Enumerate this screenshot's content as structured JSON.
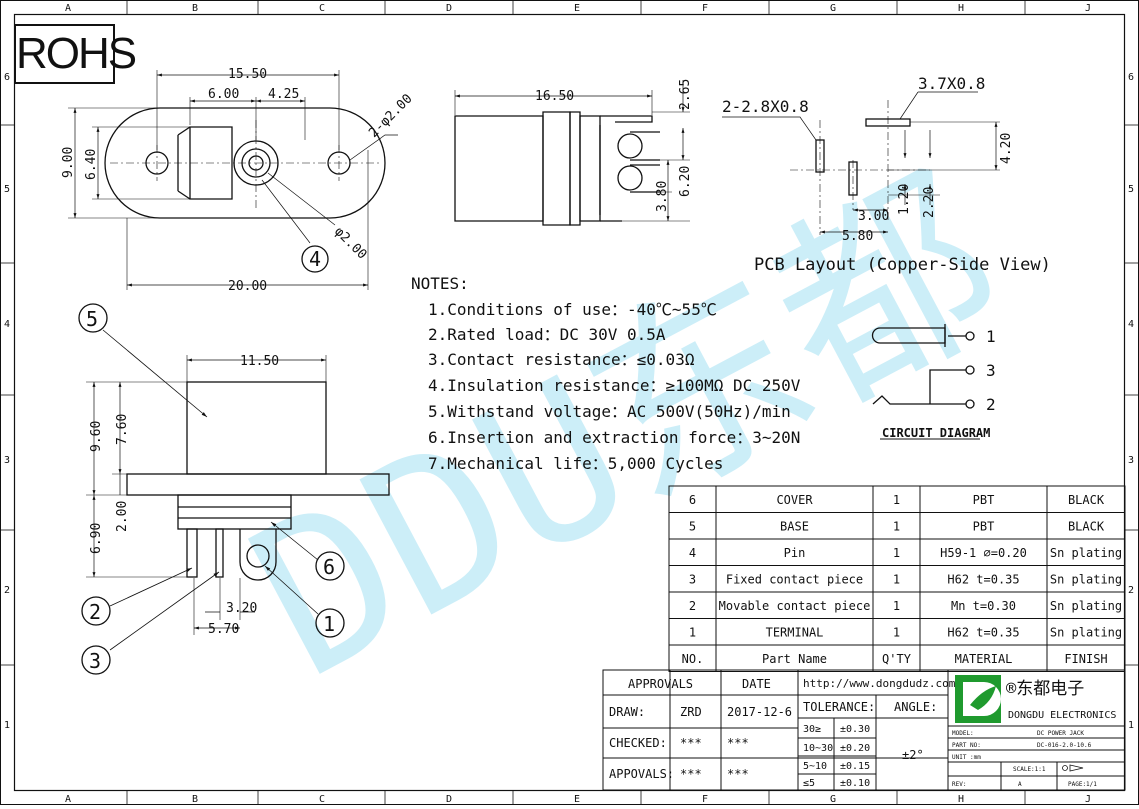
{
  "grid": {
    "cols": [
      "A",
      "B",
      "C",
      "D",
      "E",
      "F",
      "G",
      "H",
      "J"
    ],
    "rows": [
      "6",
      "5",
      "4",
      "3",
      "2",
      "1"
    ]
  },
  "rohs": "ROHS",
  "watermark": "DDU东都",
  "top_view": {
    "dim_total_width": "15.50",
    "dim_left": "6.00",
    "dim_right": "4.25",
    "dim_holes": "2-φ2.00",
    "dim_height_outer": "9.00",
    "dim_height_inner": "6.40",
    "dim_pin": "φ2.00",
    "dim_bottom": "20.00",
    "callout_pin": "4"
  },
  "side_view": {
    "dim_length": "16.50",
    "dim_top": "2.65",
    "dim_a": "3.80",
    "dim_b": "6.20"
  },
  "pcb_layout": {
    "label_slot_left": "2-2.8X0.8",
    "label_slot_right": "3.7X0.8",
    "dim_420": "4.20",
    "dim_120": "1.20",
    "dim_220": "2.20",
    "dim_300": "3.00",
    "dim_580": "5.80",
    "caption": "PCB Layout (Copper-Side View)"
  },
  "front_view": {
    "dim_width": "11.50",
    "dim_960": "9.60",
    "dim_760": "7.60",
    "dim_200": "2.00",
    "dim_690": "6.90",
    "dim_320": "3.20",
    "dim_570": "5.70",
    "callouts": [
      "5",
      "6",
      "1",
      "2",
      "3"
    ]
  },
  "notes": {
    "title": "NOTES:",
    "items": [
      "1.Conditions of use：-40℃~55℃",
      "2.Rated load：DC 30V 0.5A",
      "3.Contact resistance：≤0.03Ω",
      "4.Insulation resistance：≥100MΩ DC 250V",
      "5.Withstand voltage：AC 500V(50Hz)/min",
      "6.Insertion and extraction force：3~20N",
      "7.Mechanical life：5,000 Cycles"
    ]
  },
  "circuit": {
    "pins": [
      "1",
      "3",
      "2"
    ],
    "caption": "CIRCUIT DIAGRAM"
  },
  "bom": {
    "headers": [
      "NO.",
      "Part Name",
      "Q'TY",
      "MATERIAL",
      "FINISH"
    ],
    "rows": [
      [
        "6",
        "COVER",
        "1",
        "PBT",
        "BLACK"
      ],
      [
        "5",
        "BASE",
        "1",
        "PBT",
        "BLACK"
      ],
      [
        "4",
        "Pin",
        "1",
        "H59-1 ⌀=0.20",
        "Sn plating"
      ],
      [
        "3",
        "Fixed contact piece",
        "1",
        "H62  t=0.35",
        "Sn plating"
      ],
      [
        "2",
        "Movable contact piece",
        "1",
        "Mn   t=0.30",
        "Sn plating"
      ],
      [
        "1",
        "TERMINAL",
        "1",
        "H62  t=0.35",
        "Sn plating"
      ]
    ]
  },
  "title_block": {
    "approvals": "APPROVALS",
    "date": "DATE",
    "draw": "DRAW:",
    "draw_name": "ZRD",
    "draw_date": "2017-12-6",
    "checked": "CHECKED:",
    "checked_name": "***",
    "checked_date": "***",
    "appovals": "APPOVALS:",
    "appovals_name": "***",
    "appovals_date": "***",
    "url": "http://www.dongdudz.com",
    "tolerance": "TOLERANCE:",
    "angle": "ANGLE:",
    "tol_rows": [
      [
        "30≥",
        "±0.30"
      ],
      [
        "10~30",
        "±0.20"
      ],
      [
        "5~10",
        "±0.15"
      ],
      [
        "≤5",
        "±0.10"
      ]
    ],
    "angle_value": "±2°",
    "company_cn": "®东都电子",
    "company_en": "DONGDU ELECTRONICS",
    "model_label": "MODEL:",
    "model_value": "DC POWER JACK",
    "part_label": "PART NO:",
    "part_value": "DC-016-2.0-10.6",
    "unit_label": "UNIT :mm",
    "scale_label": "SCALE:1:1",
    "rev_label": "REV:",
    "rev_value": "A",
    "page_label": "PAGE:1/1"
  }
}
